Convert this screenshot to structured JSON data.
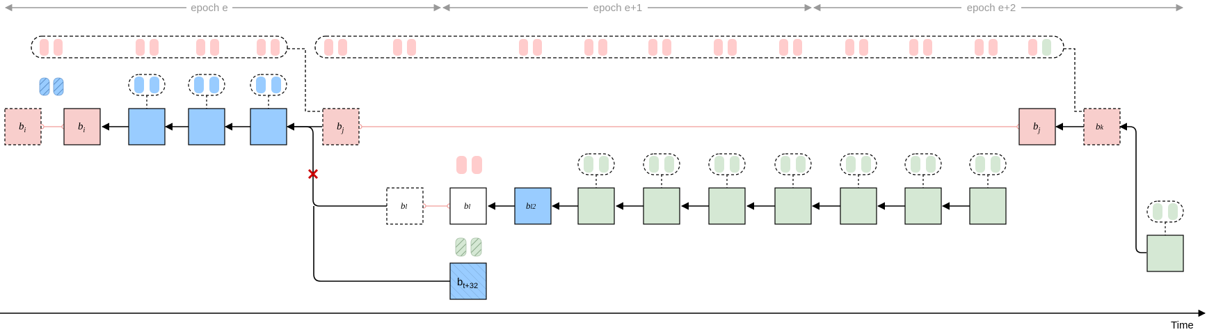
{
  "epochs": [
    {
      "label": "epoch e"
    },
    {
      "label": "epoch e+1"
    },
    {
      "label": "epoch e+2"
    }
  ],
  "time_axis": {
    "label": "Time"
  },
  "colors": {
    "pink_fill": "#f8cecc",
    "pink_stroke": "#b85450",
    "blue_fill": "#99ccff",
    "green_fill": "#d5e8d4",
    "white_fill": "#ffffff",
    "pink_pill": "#ffcccc",
    "blue_pill": "#99ccff",
    "green_pill": "#d5e8d4",
    "link_red": "#f19c99",
    "cross_red": "#cc0000",
    "epoch_grey": "#999999"
  },
  "blocks": {
    "bi_dashed": {
      "label": "b",
      "sub": "i"
    },
    "bi": {
      "label": "b",
      "sub": "i"
    },
    "bj_dashed": {
      "label": "b",
      "sub": "j"
    },
    "bj": {
      "label": "b",
      "sub": "j"
    },
    "bk": {
      "label": "b",
      "sub": "k"
    },
    "bl_dashed": {
      "label": "b",
      "sub": "l"
    },
    "bl": {
      "label": "b",
      "sub": "l"
    },
    "bl2": {
      "label": "b",
      "sub": "l2"
    },
    "bt32": {
      "label": "b",
      "sub": "t+32"
    }
  }
}
